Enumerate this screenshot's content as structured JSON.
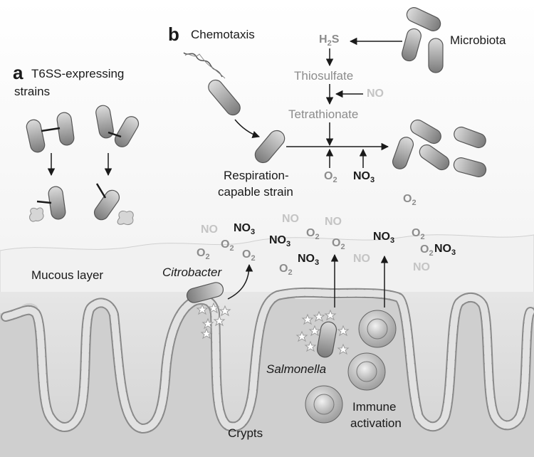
{
  "panels": {
    "a": {
      "letter": "a",
      "title_line1": "T6SS-expressing",
      "title_line2": "strains"
    },
    "b": {
      "letter": "b",
      "chemotaxis": "Chemotaxis",
      "microbiota": "Microbiota",
      "h2s": "H",
      "h2s_sub": "2",
      "h2s_end": "S",
      "thiosulfate": "Thiosulfate",
      "no": "NO",
      "tetrathionate": "Tetrathionate",
      "o2": "O",
      "o2_sub": "2",
      "no3": "NO",
      "no3_sub": "3",
      "strain_line1": "Respiration-",
      "strain_line2": "capable strain"
    }
  },
  "gut": {
    "mucous_layer": "Mucous layer",
    "citrobacter": "Citrobacter",
    "salmonella": "Salmonella",
    "immune_line1": "Immune",
    "immune_line2": "activation",
    "crypts": "Crypts",
    "molecules": {
      "no": "NO",
      "o2": "O",
      "no3": "NO",
      "sub2": "2",
      "sub3": "3"
    }
  }
}
